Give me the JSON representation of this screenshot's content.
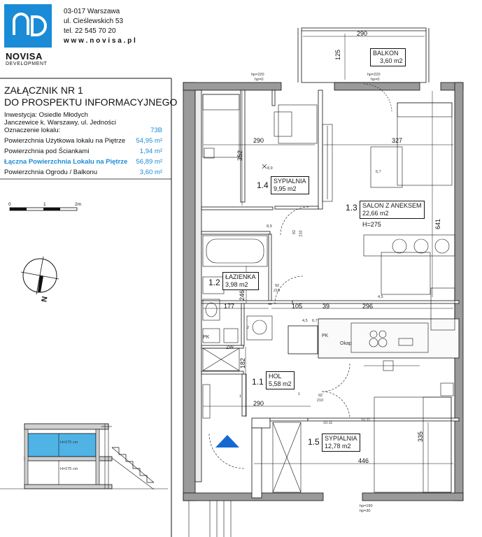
{
  "company": {
    "brand": "NOVISA",
    "brand_sub": "DEVELOPMENT",
    "address_line1": "03-017 Warszawa",
    "address_line2": "ul. Cieślewskich 53",
    "phone": "tel.  22 545 70 20",
    "website": "w w w . n o v i s a . p l"
  },
  "document": {
    "title_line1": "ZAŁĄCZNIK NR 1",
    "title_line2": "DO PROSPEKTU INFORMACYJNEGO",
    "investment": "Inwestycja: Osiedle Młodych",
    "location": "Janczewice k. Warszawy, ul. Jedności",
    "unit_label": "Oznaczenie lokalu:",
    "unit_value": "73B",
    "rows": [
      {
        "label": "Powierzchnia Użytkowa lokalu na Piętrze",
        "value": "54,95 m²",
        "highlight": false
      },
      {
        "label": "Powierzchnia pod Ściankami",
        "value": "1,94 m²",
        "highlight": false
      },
      {
        "label": "Łączna Powierzchnia Lokalu na Piętrze",
        "value": "56,89 m²",
        "highlight": true
      },
      {
        "label": "Powierzchnia Ogrodu / Balkonu",
        "value": "3,60 m²",
        "highlight": false
      }
    ],
    "scale": {
      "zero": "0",
      "one": "1",
      "two": "2m"
    },
    "north": "N"
  },
  "section": {
    "upper_height": "H=275 cm",
    "lower_height": "H=275 cm"
  },
  "rooms": [
    {
      "num": "1.4",
      "name": "SYPIALNIA",
      "area": "9,95 m2"
    },
    {
      "num": "1.3",
      "name": "SALON Z ANEKSEM",
      "area": "22,66 m2",
      "extra": "H=275"
    },
    {
      "num": "1.2",
      "name": "ŁAZIENKA",
      "area": "3,98 m2"
    },
    {
      "num": "1.1",
      "name": "HOL",
      "area": "5,58 m2"
    },
    {
      "num": "1.5",
      "name": "SYPIALNIA",
      "area": "12,78 m2"
    }
  ],
  "balcony": {
    "name": "BALKON",
    "area": "3,60 m2",
    "width": "290",
    "depth": "125"
  },
  "dimensions": {
    "d290_bed": "290",
    "d327": "327",
    "d352": "352",
    "d641": "641",
    "d177": "177",
    "d246": "246",
    "d105": "105",
    "d39": "39",
    "d296": "296",
    "d182": "182",
    "d290_hol": "290",
    "d335": "335",
    "d446": "446"
  },
  "annotations": {
    "hp1": "hp=220",
    "hp1b": "hp=0",
    "hp2": "hp=220",
    "hp2b": "hp=0",
    "hp3": "hp=190",
    "hp3b": "hp=30",
    "door1": "92",
    "door1b": "210",
    "door2": "92",
    "door2b": "210",
    "door3": "92",
    "door3b": "210",
    "pk1": "PK",
    "zw": "ZW",
    "pk2": "PK",
    "okap": "Okap",
    "n89": "8,9",
    "n67": "6,7",
    "n45": "4,5",
    "n45b": "4,5",
    "n67b": "6,7",
    "n89b": "8,9",
    "n1011": "10,11",
    "n1011b": "10,11",
    "n1": "1",
    "n2": "2",
    "n1b": "1"
  },
  "colors": {
    "brand_blue": "#1a8bd6",
    "wall_grey": "#9a9a9a",
    "water_blue": "#4fb3e6",
    "arrow_blue": "#1769d1"
  }
}
